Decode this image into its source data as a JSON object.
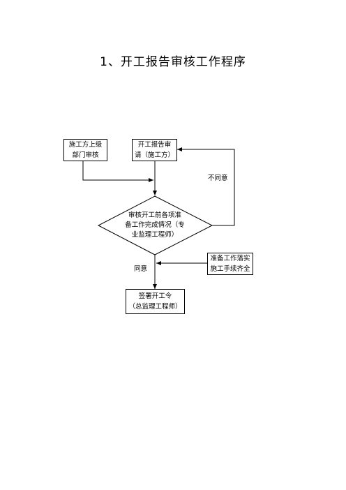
{
  "title": "1、开工报告审核工作程序",
  "nodes": {
    "upper_dept": {
      "lines": [
        "施工方上级",
        "部门审核"
      ]
    },
    "report": {
      "lines": [
        "开工报告审",
        "请（施工方）"
      ]
    },
    "review": {
      "lines": [
        "审核开工前各项准",
        "备工作完成情况（专",
        "业监理工程师）"
      ]
    },
    "prep": {
      "lines": [
        "准备工作落实",
        "施工手续齐全"
      ]
    },
    "sign": {
      "lines": [
        "签署开工令",
        "（总监理工程师）"
      ]
    }
  },
  "labels": {
    "disagree": "不同意",
    "agree": "同意"
  }
}
